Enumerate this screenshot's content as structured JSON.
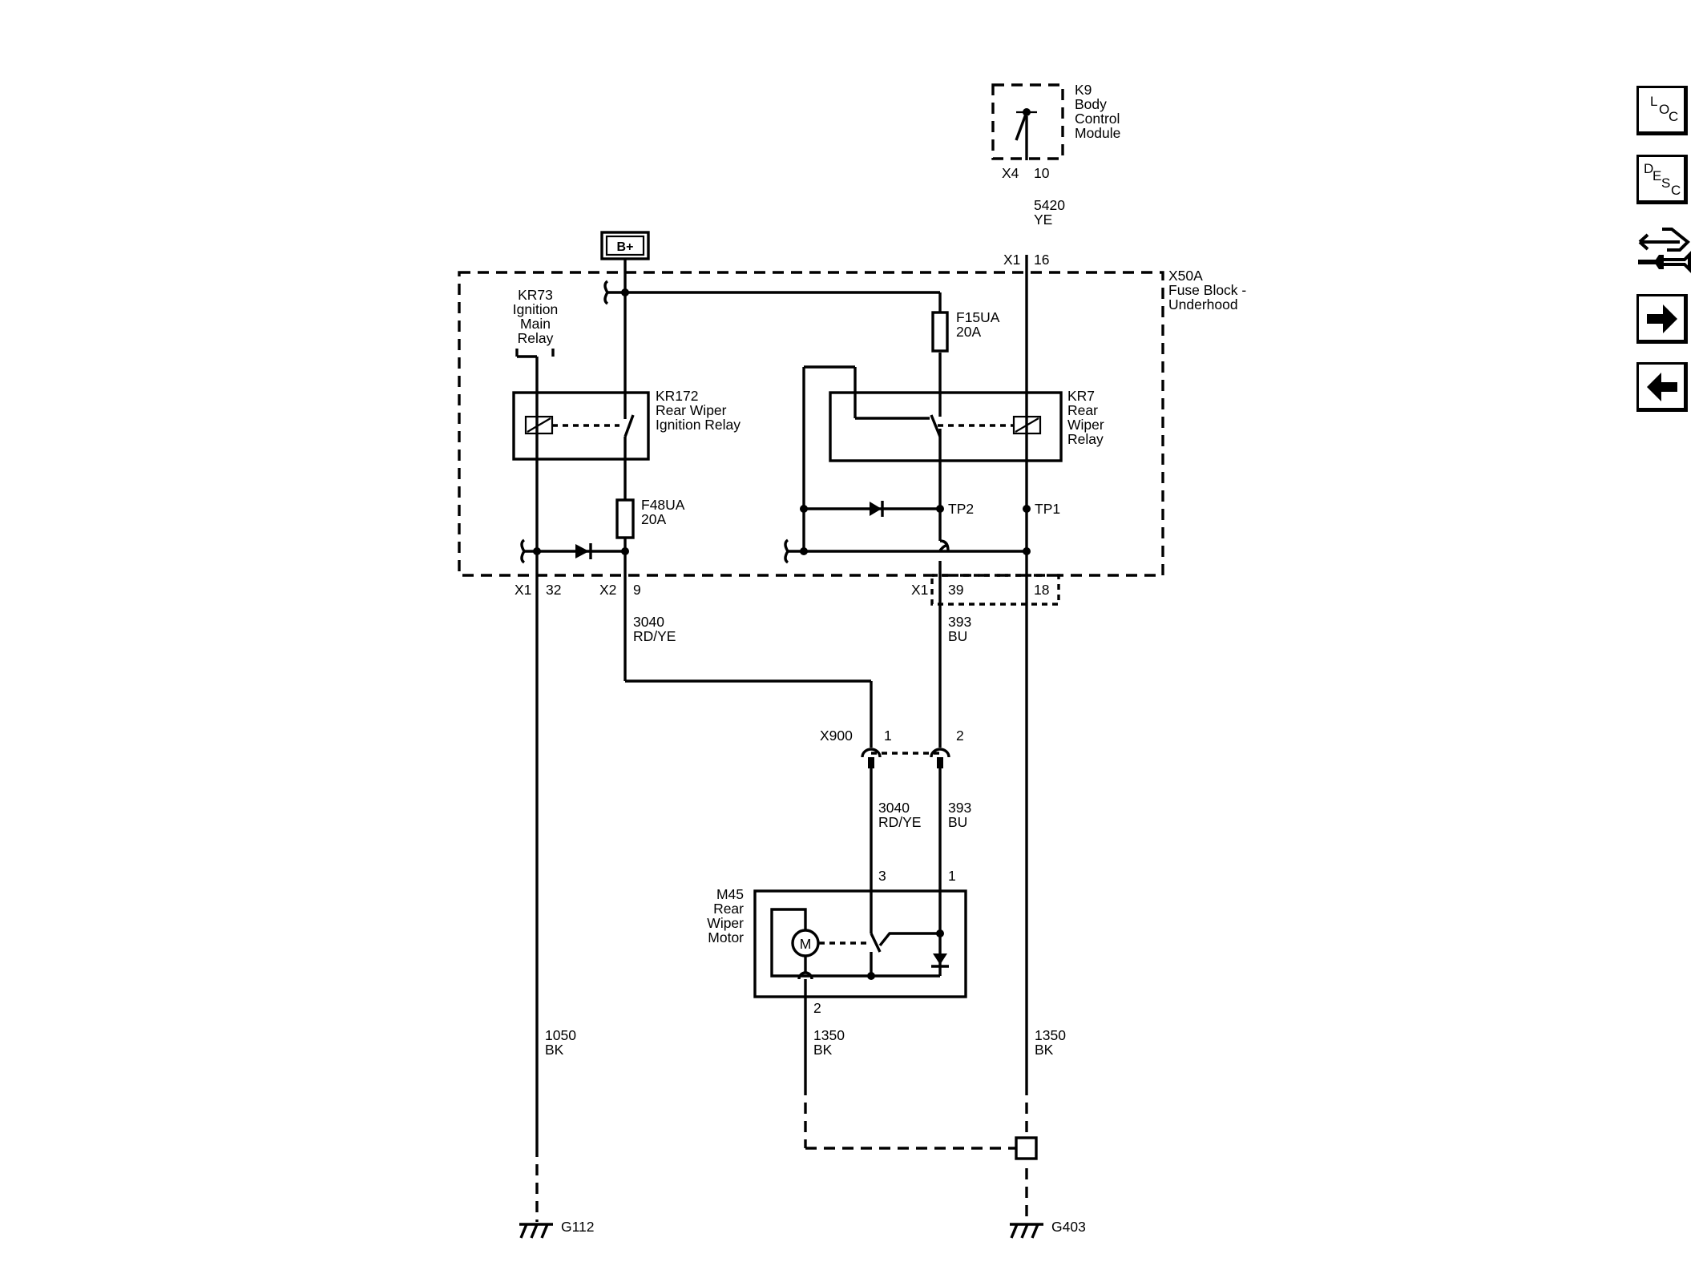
{
  "components": {
    "k9": {
      "id": "K9",
      "lines": [
        "Body",
        "Control",
        "Module"
      ],
      "conn": "X4",
      "pin": "10"
    },
    "x50a": {
      "id": "X50A",
      "lines": [
        "Fuse Block -",
        "Underhood"
      ]
    },
    "battery": {
      "label": "B+"
    },
    "kr73": {
      "lines": [
        "KR73",
        "Ignition",
        "Main",
        "Relay"
      ]
    },
    "kr172": {
      "lines": [
        "KR172",
        "Rear Wiper",
        "Ignition Relay"
      ]
    },
    "kr7": {
      "lines": [
        "KR7",
        "Rear",
        "Wiper",
        "Relay"
      ]
    },
    "f15ua": {
      "lines": [
        "F15UA",
        "20A"
      ]
    },
    "f48ua": {
      "lines": [
        "F48UA",
        "20A"
      ]
    },
    "tp1": "TP1",
    "tp2": "TP2",
    "m45": {
      "lines": [
        "M45",
        "Rear",
        "Wiper",
        "Motor"
      ],
      "motor_symbol": "M",
      "pin_a": "3",
      "pin_b": "1",
      "pin_ground": "2"
    },
    "x900": {
      "id": "X900",
      "pin_a": "1",
      "pin_b": "2"
    },
    "g112": "G112",
    "g403": "G403"
  },
  "connectors": {
    "x1_16": {
      "conn": "X1",
      "pin": "16"
    },
    "x1_32": {
      "conn": "X1",
      "pin": "32"
    },
    "x2_9": {
      "conn": "X2",
      "pin": "9"
    },
    "x1_39": {
      "conn": "X1",
      "pin": "39"
    },
    "x1_18": {
      "pin": "18"
    }
  },
  "wires": {
    "w5420": [
      "5420",
      "YE"
    ],
    "w3040_top": [
      "3040",
      "RD/YE"
    ],
    "w393_top": [
      "393",
      "BU"
    ],
    "w3040_bot": [
      "3040",
      "RD/YE"
    ],
    "w393_bot": [
      "393",
      "BU"
    ],
    "w1050": [
      "1050",
      "BK"
    ],
    "w1350_motor": [
      "1350",
      "BK"
    ],
    "w1350_right": [
      "1350",
      "BK"
    ]
  },
  "nav": {
    "loc": [
      "L",
      "O",
      "C"
    ],
    "desc": [
      "D",
      "E",
      "S",
      "C"
    ],
    "icons": [
      "connector-tool-icon",
      "arrow-right-icon",
      "arrow-left-icon"
    ]
  }
}
